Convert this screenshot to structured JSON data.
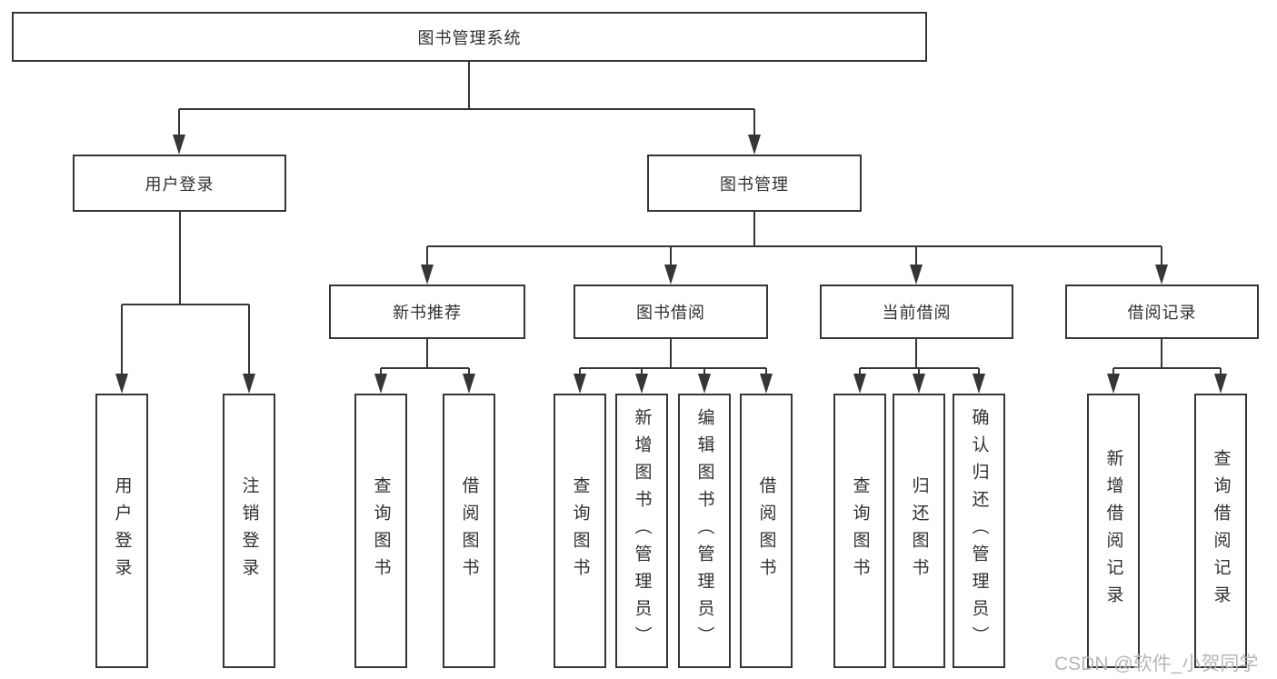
{
  "colors": {
    "line": "#363636",
    "text": "#303030",
    "watermark": "#b7b7b7",
    "bg": "#ffffff"
  },
  "watermark": "CSDN @软件_小贺同学",
  "tree": {
    "root": {
      "label": "图书管理系统"
    },
    "branches": [
      {
        "label": "用户登录",
        "children": [
          {
            "label": "用户登录"
          },
          {
            "label": "注销登录"
          }
        ]
      },
      {
        "label": "图书管理",
        "groups": [
          {
            "label": "新书推荐",
            "children": [
              {
                "label": "查询图书"
              },
              {
                "label": "借阅图书"
              }
            ]
          },
          {
            "label": "图书借阅",
            "children": [
              {
                "label": "查询图书"
              },
              {
                "label": "新增图书（管理员）"
              },
              {
                "label": "编辑图书（管理员）"
              },
              {
                "label": "借阅图书"
              }
            ]
          },
          {
            "label": "当前借阅",
            "children": [
              {
                "label": "查询图书"
              },
              {
                "label": "归还图书"
              },
              {
                "label": "确认归还（管理员）"
              }
            ]
          },
          {
            "label": "借阅记录",
            "children": [
              {
                "label": "新增借阅记录"
              },
              {
                "label": "查询借阅记录"
              }
            ]
          }
        ]
      }
    ]
  }
}
